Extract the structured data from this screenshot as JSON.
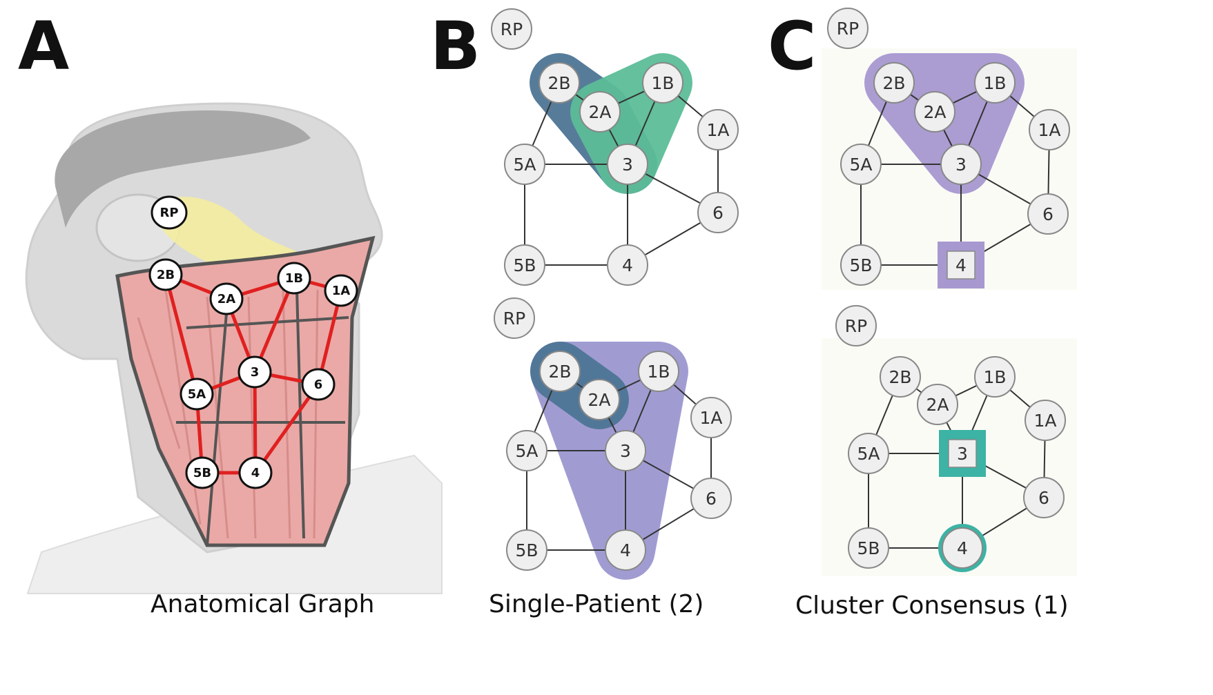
{
  "panels": {
    "A": {
      "letter": "A",
      "caption": "Anatomical Graph",
      "nodes": [
        {
          "id": "RP",
          "label": "RP"
        },
        {
          "id": "2B",
          "label": "2B"
        },
        {
          "id": "2A",
          "label": "2A"
        },
        {
          "id": "1B",
          "label": "1B"
        },
        {
          "id": "1A",
          "label": "1A"
        },
        {
          "id": "3",
          "label": "3"
        },
        {
          "id": "5A",
          "label": "5A"
        },
        {
          "id": "6",
          "label": "6"
        },
        {
          "id": "5B",
          "label": "5B"
        },
        {
          "id": "4",
          "label": "4"
        }
      ]
    },
    "B": {
      "letter": "B",
      "caption": "Single-Patient (2)",
      "graphs": [
        {
          "nodes": [
            "RP",
            "2B",
            "2A",
            "1B",
            "1A",
            "5A",
            "3",
            "6",
            "5B",
            "4"
          ],
          "highlight_groups": [
            {
              "nodes": [
                "2B",
                "2A",
                "3"
              ],
              "color": "#4d7595"
            },
            {
              "nodes": [
                "2A",
                "1B",
                "3"
              ],
              "color": "#5cbd98"
            }
          ]
        },
        {
          "nodes": [
            "RP",
            "2B",
            "2A",
            "1B",
            "1A",
            "5A",
            "3",
            "6",
            "5B",
            "4"
          ],
          "highlight_groups": [
            {
              "nodes": [
                "2B",
                "1B",
                "4"
              ],
              "color": "#9b97d0"
            },
            {
              "nodes": [
                "2B",
                "2A"
              ],
              "color": "#4d7595"
            }
          ]
        }
      ]
    },
    "C": {
      "letter": "C",
      "caption": "Cluster Consensus (1)",
      "graphs": [
        {
          "nodes": [
            "RP",
            "2B",
            "2A",
            "1B",
            "1A",
            "5A",
            "3",
            "6",
            "5B",
            "4"
          ],
          "highlight_groups": [
            {
              "nodes": [
                "2B",
                "1B",
                "3"
              ],
              "color": "#a798d0"
            }
          ],
          "square_marked": [
            "4"
          ],
          "square_color": "#a798d0"
        },
        {
          "nodes": [
            "RP",
            "2B",
            "2A",
            "1B",
            "1A",
            "5A",
            "3",
            "6",
            "5B",
            "4"
          ],
          "highlight_groups": [],
          "square_marked": [
            "3"
          ],
          "ring_marked": [
            "4"
          ],
          "marker_color": "#3cb3a4"
        }
      ]
    }
  },
  "graph_edges": [
    [
      "2B",
      "2A"
    ],
    [
      "2B",
      "5A"
    ],
    [
      "2A",
      "1B"
    ],
    [
      "2A",
      "3"
    ],
    [
      "1B",
      "3"
    ],
    [
      "1B",
      "1A"
    ],
    [
      "1A",
      "6"
    ],
    [
      "5A",
      "3"
    ],
    [
      "3",
      "4"
    ],
    [
      "3",
      "6"
    ],
    [
      "5A",
      "5B"
    ],
    [
      "5B",
      "4"
    ],
    [
      "4",
      "6"
    ]
  ],
  "anatomical_edges": [
    [
      "2B",
      "2A"
    ],
    [
      "2A",
      "1B"
    ],
    [
      "1B",
      "1A"
    ],
    [
      "2B",
      "5A"
    ],
    [
      "2A",
      "3"
    ],
    [
      "1B",
      "3"
    ],
    [
      "1A",
      "6"
    ],
    [
      "5A",
      "3"
    ],
    [
      "3",
      "6"
    ],
    [
      "3",
      "4"
    ],
    [
      "5A",
      "5B"
    ],
    [
      "5B",
      "4"
    ],
    [
      "4",
      "6"
    ]
  ],
  "colors": {
    "edge_red": "#e02020",
    "node_fill": "#efefef",
    "node_stroke": "#888888",
    "muscle_pink": "#eaa9a6",
    "gland_yellow": "#f3eca0",
    "head_grey": "#d6d6d6"
  }
}
